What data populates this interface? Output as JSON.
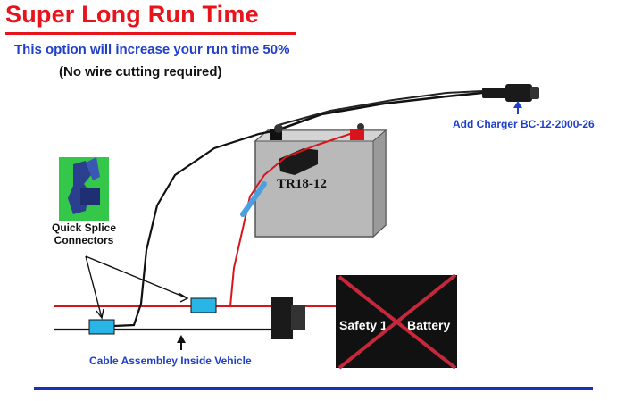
{
  "title": "Super Long Run Time",
  "subtitle": "This option will increase your run time 50%",
  "note": "(No wire cutting required)",
  "charger_label": "Add Charger BC-12-2000-26",
  "battery_label": "TR18-12",
  "quick_splice_label": [
    "Quick Splice",
    "Connectors"
  ],
  "cable_label": "Cable Assembley Inside Vehicle",
  "crossed_box": {
    "left_text": "Safety 1",
    "right_text": "Battery"
  },
  "colors": {
    "title": "#e8141c",
    "blue_text": "#1f3fc8",
    "red_wire": "#d8141c",
    "black_wire": "#111111",
    "splice": "#29b6e6",
    "divider": "#1a2fb8",
    "battery_case": "#b9b9b9",
    "cross": "#c7273a"
  }
}
